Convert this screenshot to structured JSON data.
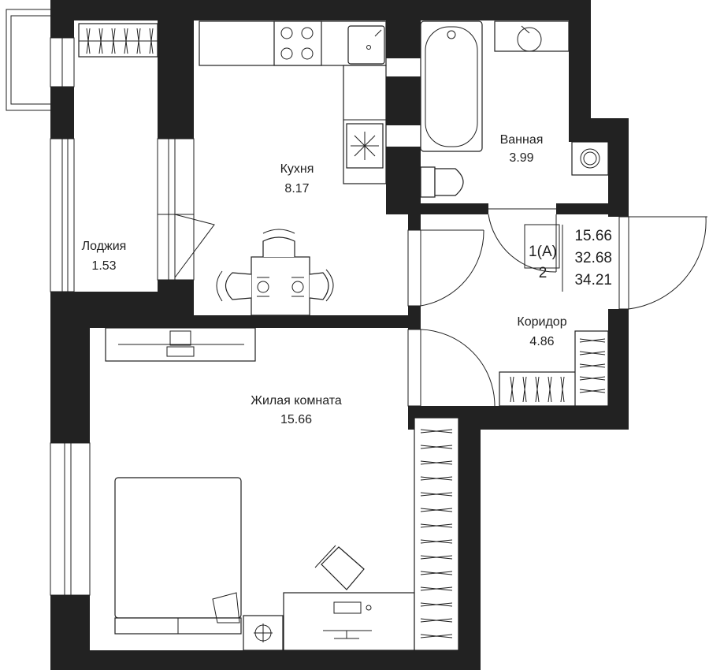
{
  "rooms": {
    "loggia": {
      "name": "Лоджия",
      "area": "1.53"
    },
    "kitchen": {
      "name": "Кухня",
      "area": "8.17"
    },
    "bathroom": {
      "name": "Ванная",
      "area": "3.99"
    },
    "corridor": {
      "name": "Коридор",
      "area": "4.86"
    },
    "living": {
      "name": "Жилая комната",
      "area": "15.66"
    }
  },
  "info": {
    "type": "1(А)",
    "floor": "2",
    "living_area": "15.66",
    "total_area": "32.68",
    "total_with_loggia": "34.21"
  }
}
